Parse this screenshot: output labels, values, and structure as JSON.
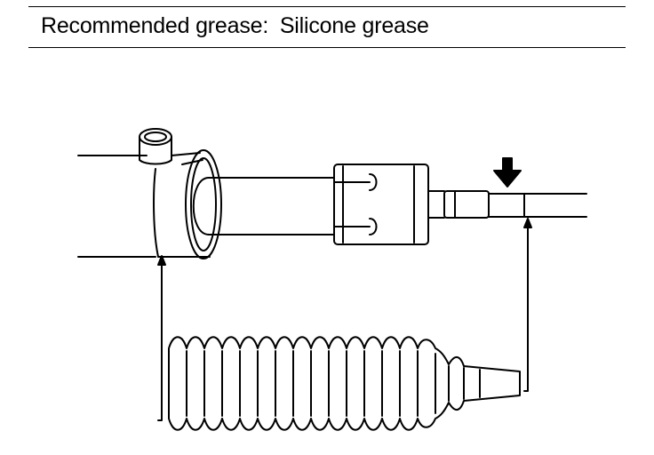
{
  "header": {
    "label": "Recommended grease:",
    "value": "Silicone grease"
  },
  "diagram": {
    "parts": [
      "steering-rack-housing",
      "housing-port",
      "rack-shaft",
      "inner-ball-joint-housing",
      "tie-rod",
      "bellows-boot"
    ],
    "indicators": [
      "grease-application-arrow",
      "boot-fitting-leader-lines"
    ],
    "colors": {
      "line": "#000000",
      "background": "#ffffff"
    }
  }
}
